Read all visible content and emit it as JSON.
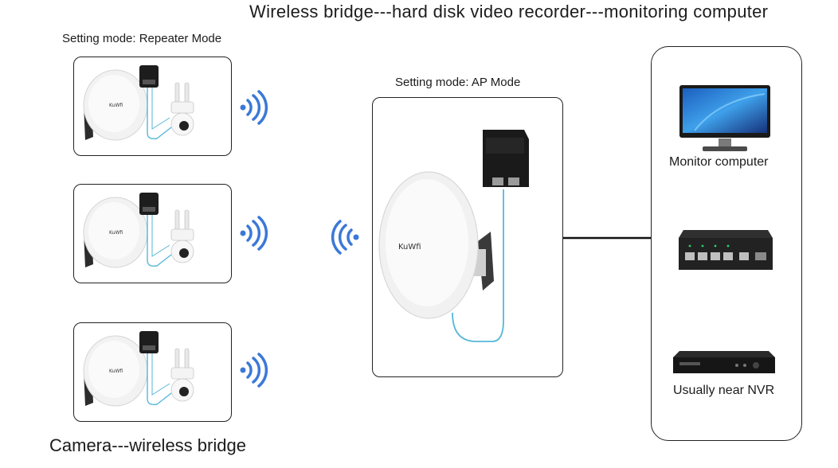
{
  "title": "Wireless bridge---hard disk video recorder---monitoring computer",
  "left_mode_label": "Setting mode: Repeater Mode",
  "ap_mode_label": "Setting mode: AP Mode",
  "bottom_caption": "Camera---wireless bridge",
  "monitor_label": "Monitor computer",
  "nvr_label": "Usually near NVR",
  "device_brand": "KuWfi",
  "colors": {
    "signal": "#3b78d8",
    "cable": "#56b7d8",
    "wire": "#111111"
  }
}
